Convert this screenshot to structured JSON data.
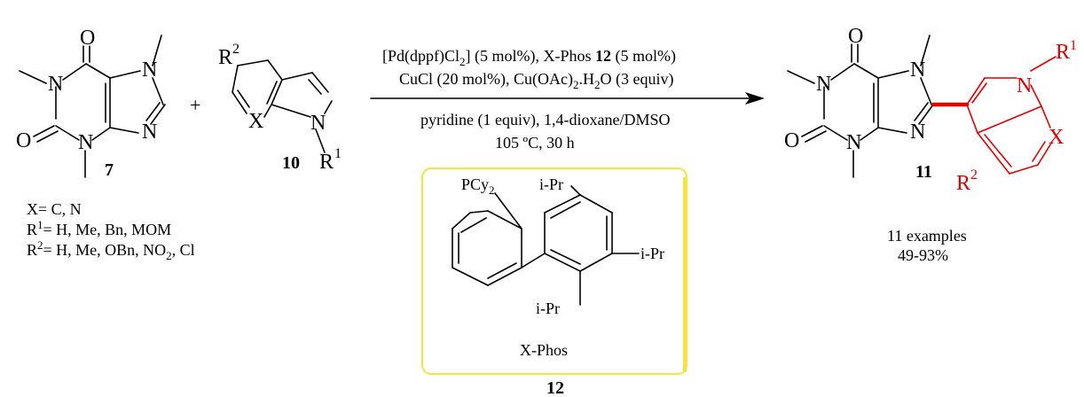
{
  "reactant_caffeine": {
    "atoms": {
      "o_top": "O",
      "o_left": "O",
      "n1": "N",
      "n3": "N",
      "n7": "N",
      "n9": "N"
    },
    "compound_number": "7"
  },
  "reactant_indole": {
    "atoms": {
      "r2": "R",
      "r2_sup": "2",
      "x": "X",
      "n": "N",
      "r1": "R",
      "r1_sup": "1"
    },
    "compound_number": "10"
  },
  "plus_sign": "+",
  "conditions": {
    "line1_a": "[Pd(dppf)Cl",
    "line1_sub": "2",
    "line1_b": "] (5 mol%), X-Phos ",
    "line1_bold": "12",
    "line1_c": " (5 mol%)",
    "line2_a": "CuCl (20 mol%), Cu(OAc)",
    "line2_sub1": "2",
    "line2_b": ".H",
    "line2_sub2": "2",
    "line2_c": "O (3 equiv)",
    "line3": "pyridine (1 equiv), 1,4-dioxane/DMSO",
    "line4": "105 ºC, 30 h"
  },
  "variables": {
    "x_line": "X= C, N",
    "r1_a": "R",
    "r1_sup": "1",
    "r1_b": "= H, Me, Bn, MOM",
    "r2_a": "R",
    "r2_sup": "2",
    "r2_b": "= H, Me, OBn, NO",
    "r2_sub": "2",
    "r2_c": ", Cl"
  },
  "ligand": {
    "pcy": "PCy",
    "pcy_sub": "2",
    "ipr": "i-Pr",
    "name": "X-Phos",
    "compound_number": "12",
    "box_border_color": "#f5e53a"
  },
  "product": {
    "atoms": {
      "o_top": "O",
      "o_left": "O",
      "n1": "N",
      "n3": "N",
      "n7": "N",
      "n9": "N",
      "ind_n": "N",
      "r1": "R",
      "r1_sup": "1",
      "x": "X",
      "r2": "R",
      "r2_sup": "2"
    },
    "compound_number": "11",
    "examples": "11 examples",
    "yield_range": "49-93%",
    "highlight_color": "#e00000"
  }
}
